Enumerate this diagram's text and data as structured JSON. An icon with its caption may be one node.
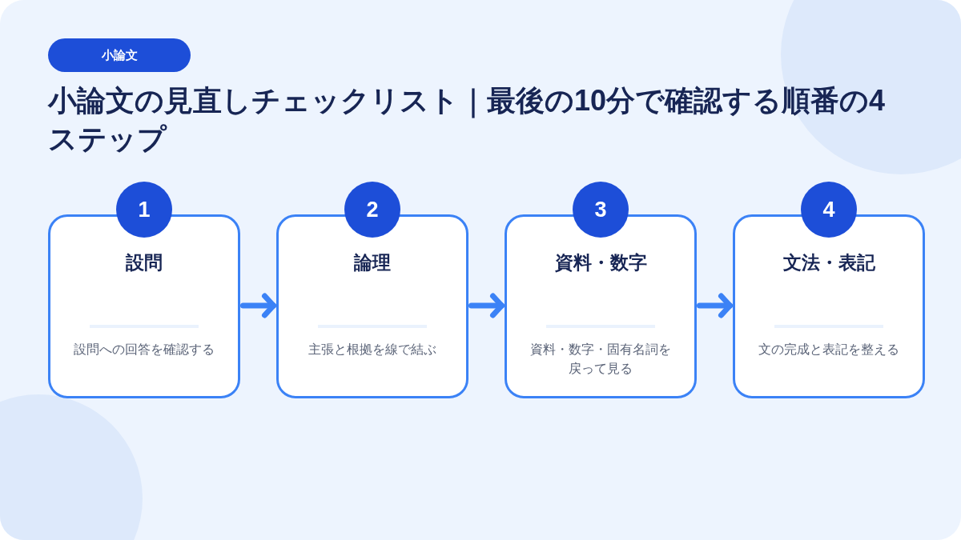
{
  "diagram": {
    "title": "小論文の見直しチェックリスト｜最後の10分で確認する順番の4ステップ",
    "nodes": [
      {
        "text": [
          "小論文"
        ]
      },
      {
        "text": [
          "1"
        ]
      },
      {
        "text": [
          "設問",
          "設問への回答を確認する"
        ]
      },
      {
        "text": [
          "2"
        ]
      },
      {
        "text": [
          "論理",
          "主張と根拠を線で結ぶ"
        ]
      },
      {
        "text": [
          "3"
        ]
      },
      {
        "text": [
          "資料・数字",
          "資料・数字・固有名詞を戻って見る"
        ]
      },
      {
        "text": [
          "4"
        ]
      },
      {
        "text": [
          "文法・表記",
          "文の完成と表記を整える"
        ]
      }
    ],
    "edges": [
      {
        "from": 2,
        "to": 4,
        "arrow": "to"
      },
      {
        "from": 4,
        "to": 6,
        "arrow": "to"
      },
      {
        "from": 6,
        "to": 8,
        "arrow": "to"
      }
    ]
  }
}
